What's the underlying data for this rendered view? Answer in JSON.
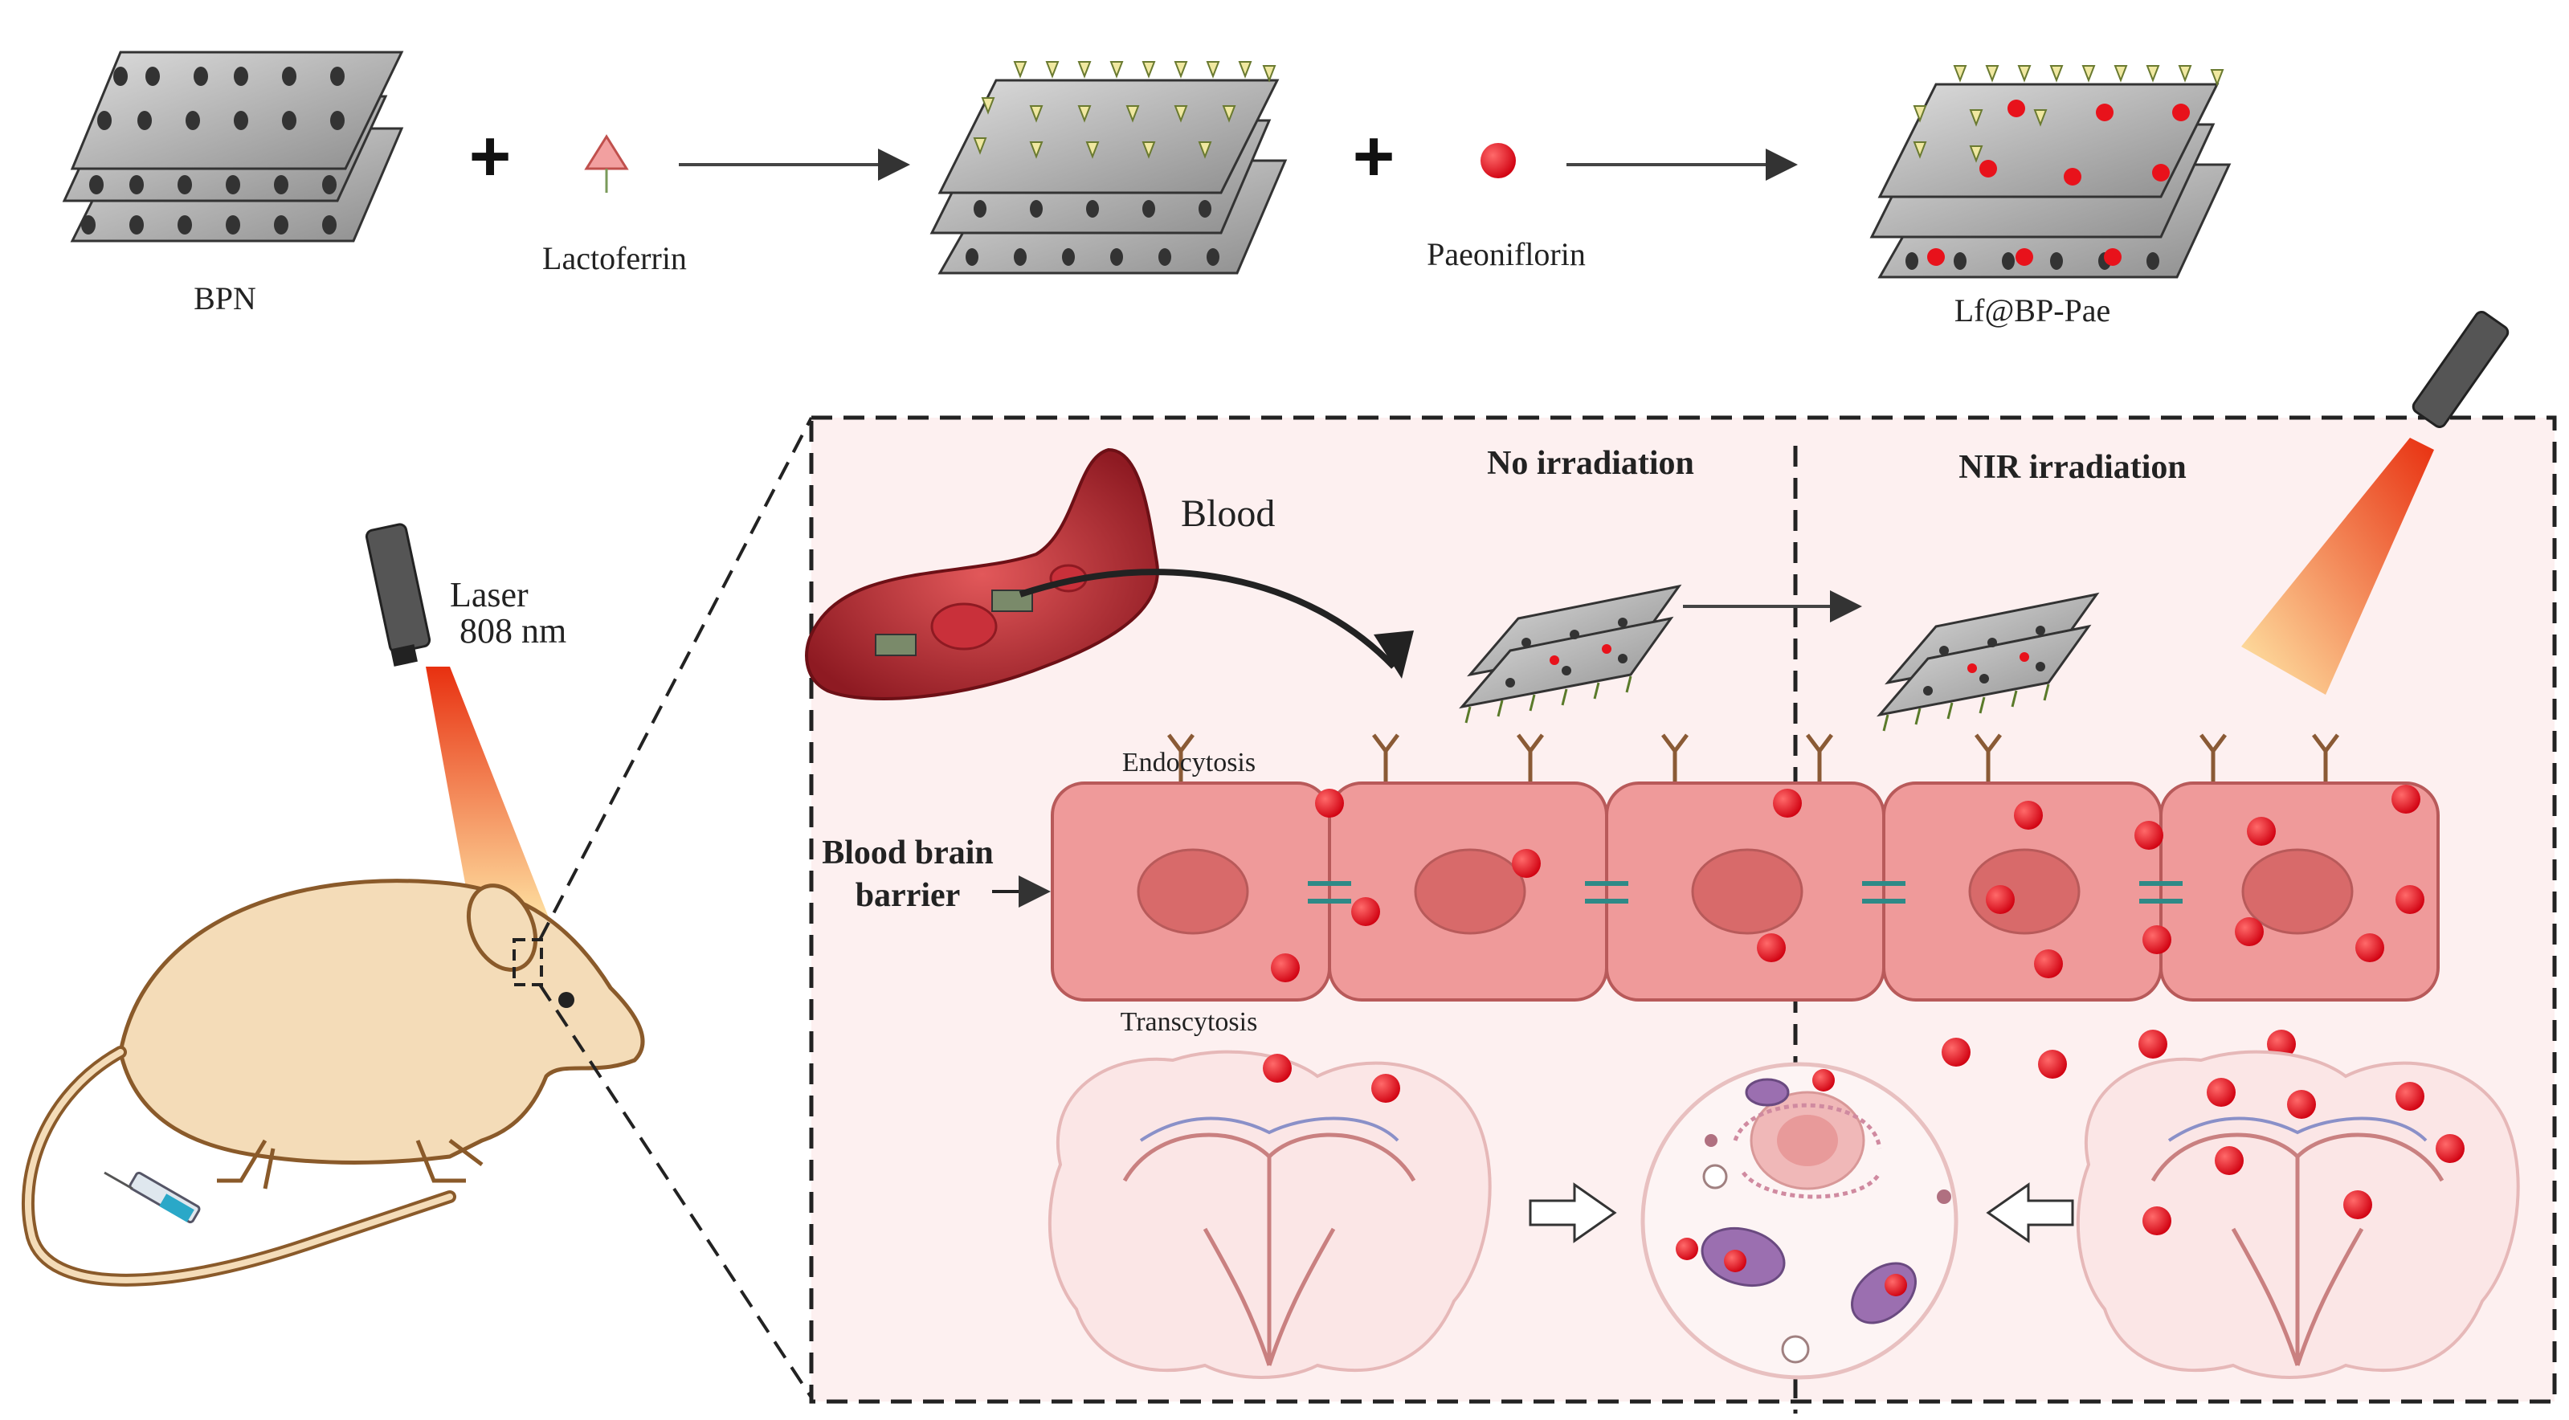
{
  "labels": {
    "bpn": "BPN",
    "lactoferrin": "Lactoferrin",
    "paeoniflorin": "Paeoniflorin",
    "product": "Lf@BP-Pae",
    "laser_line1": "Laser",
    "laser_line2": "808 nm",
    "blood": "Blood",
    "no_irradiation": "No irradiation",
    "nir_irradiation": "NIR irradiation",
    "endocytosis": "Endocytosis",
    "transcytosis": "Transcytosis",
    "bbb_line1": "Blood brain",
    "bbb_line2": "barrier"
  },
  "colors": {
    "sheet_fill": "#b9b9b9",
    "sheet_edge": "#3a3a3a",
    "drug_red": "#e8121b",
    "cell_fill": "#ef9a9a",
    "cell_edge": "#b85a5a",
    "panel_bg": "#fdf0f0",
    "beam_start": "#e83010",
    "beam_end": "#ffe9a8",
    "tight_junction": "#2e8a87",
    "receptor": "#8a5a35",
    "mouse_fill": "#f4dcb8",
    "mouse_edge": "#8a5a2a"
  },
  "icons": [
    "laser-device-icon",
    "mouse-icon",
    "syringe-icon",
    "blood-vessel-icon",
    "brain-icon",
    "neuron-cell-icon",
    "receptor-icon"
  ]
}
